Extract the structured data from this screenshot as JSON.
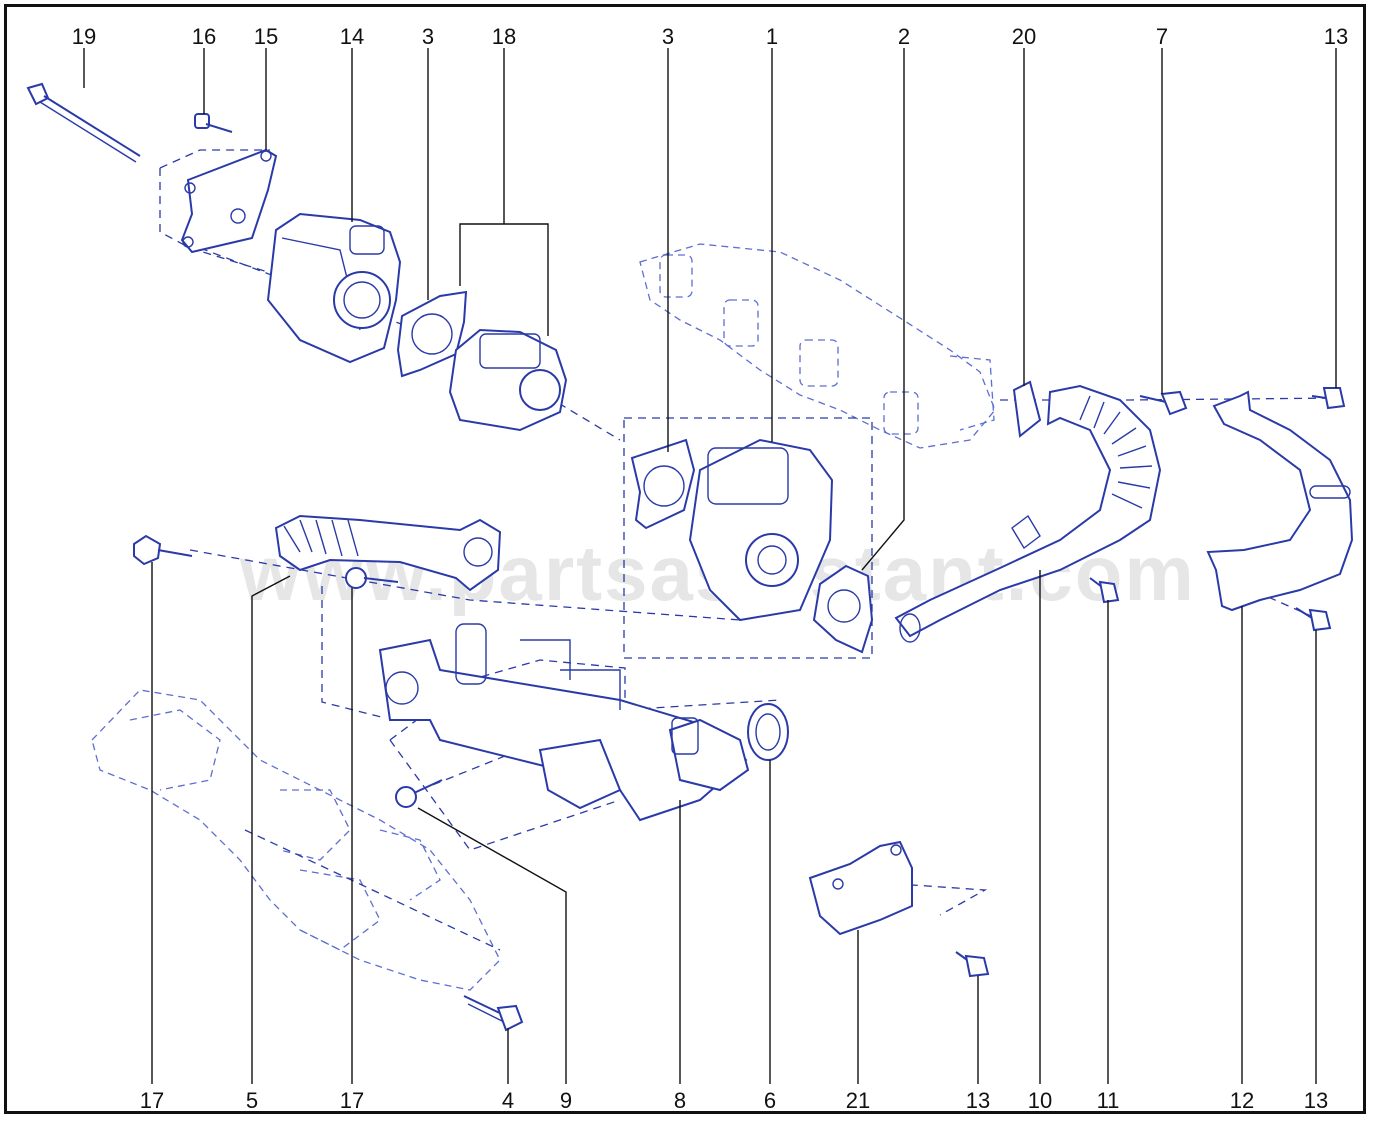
{
  "watermark": "www.partsassistant.com",
  "colors": {
    "line_art": "#2a3aa8",
    "labels": "#111111",
    "background": "#ffffff",
    "watermark": "#c9c9c9"
  },
  "top_callouts": [
    "19",
    "16",
    "15",
    "14",
    "3",
    "18",
    "3",
    "1",
    "2",
    "20",
    "7",
    "13"
  ],
  "bottom_callouts": [
    "17",
    "5",
    "17",
    "4",
    "9",
    "8",
    "6",
    "21",
    "13",
    "10",
    "11",
    "12",
    "13"
  ]
}
